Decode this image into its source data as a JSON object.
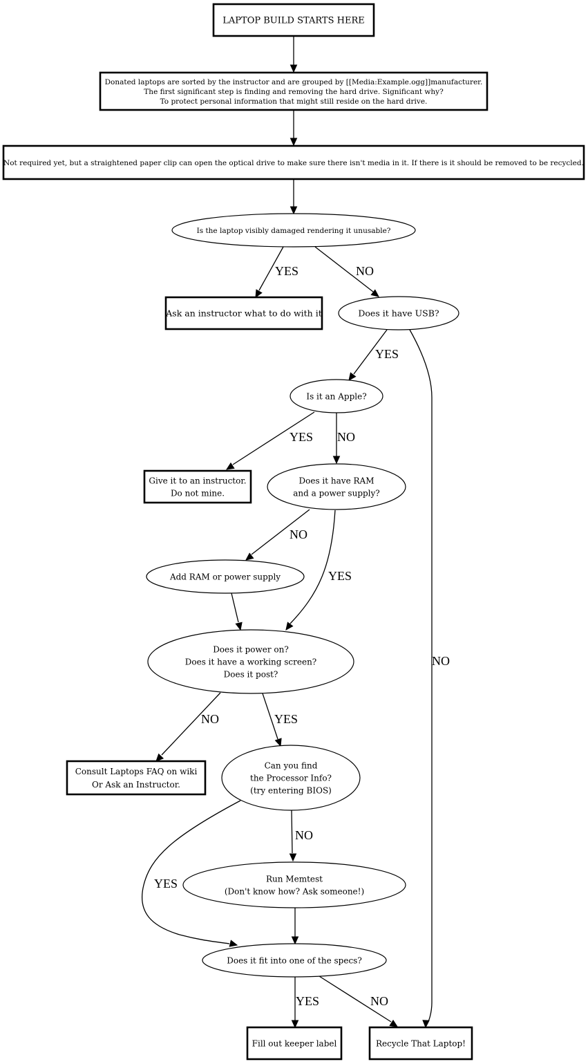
{
  "diagram": {
    "type": "flowchart",
    "nodes": {
      "start": {
        "shape": "box",
        "lines": [
          "LAPTOP BUILD STARTS HERE"
        ]
      },
      "sort": {
        "shape": "box",
        "lines": [
          "Donated laptops are sorted by the instructor and are grouped by [[Media:Example.ogg]]manufacturer.",
          "The first significant step is finding and removing the hard drive. Significant why?",
          "To protect personal information that might still reside on the hard drive."
        ]
      },
      "optical": {
        "shape": "box",
        "lines": [
          "Not required yet, but a straightened paper clip can open the optical drive to make sure there isn't media in it. If there is it should be removed to be recycled."
        ]
      },
      "damaged": {
        "shape": "ellipse",
        "lines": [
          "Is the laptop visibly damaged rendering it unusable?"
        ]
      },
      "ask_instructor": {
        "shape": "box",
        "lines": [
          "Ask an instructor what to do with it"
        ]
      },
      "usb": {
        "shape": "ellipse",
        "lines": [
          "Does it have USB?"
        ]
      },
      "apple": {
        "shape": "ellipse",
        "lines": [
          "Is it an Apple?"
        ]
      },
      "give_instructor": {
        "shape": "box",
        "lines": [
          "Give it to an instructor.",
          "Do not mine."
        ]
      },
      "ram_power": {
        "shape": "ellipse",
        "lines": [
          "Does it have RAM",
          "and a power supply?"
        ]
      },
      "add_ram": {
        "shape": "ellipse",
        "lines": [
          "Add RAM or power supply"
        ]
      },
      "power_on": {
        "shape": "ellipse",
        "lines": [
          "Does it power on?",
          "Does it have a working screen?",
          "Does it post?"
        ]
      },
      "consult_faq": {
        "shape": "box",
        "lines": [
          "Consult Laptops FAQ on wiki",
          "Or Ask an Instructor."
        ]
      },
      "processor": {
        "shape": "ellipse",
        "lines": [
          "Can you find",
          "the Processor Info?",
          "(try entering BIOS)"
        ]
      },
      "memtest": {
        "shape": "ellipse",
        "lines": [
          "Run Memtest",
          "(Don't know how?  Ask someone!)"
        ]
      },
      "specs": {
        "shape": "ellipse",
        "lines": [
          "Does it fit into one of the specs?"
        ]
      },
      "keeper": {
        "shape": "box",
        "lines": [
          "Fill out keeper label"
        ]
      },
      "recycle": {
        "shape": "box",
        "lines": [
          "Recycle That Laptop!"
        ]
      }
    },
    "edges": [
      {
        "from": "start",
        "to": "sort",
        "label": ""
      },
      {
        "from": "sort",
        "to": "optical",
        "label": ""
      },
      {
        "from": "optical",
        "to": "damaged",
        "label": ""
      },
      {
        "from": "damaged",
        "to": "ask_instructor",
        "label": "YES"
      },
      {
        "from": "damaged",
        "to": "usb",
        "label": "NO"
      },
      {
        "from": "usb",
        "to": "apple",
        "label": "YES"
      },
      {
        "from": "usb",
        "to": "recycle",
        "label": "NO"
      },
      {
        "from": "apple",
        "to": "give_instructor",
        "label": "YES"
      },
      {
        "from": "apple",
        "to": "ram_power",
        "label": "NO"
      },
      {
        "from": "ram_power",
        "to": "add_ram",
        "label": "NO"
      },
      {
        "from": "ram_power",
        "to": "power_on",
        "label": "YES"
      },
      {
        "from": "add_ram",
        "to": "power_on",
        "label": ""
      },
      {
        "from": "power_on",
        "to": "consult_faq",
        "label": "NO"
      },
      {
        "from": "power_on",
        "to": "processor",
        "label": "YES"
      },
      {
        "from": "processor",
        "to": "memtest",
        "label": "NO"
      },
      {
        "from": "processor",
        "to": "specs",
        "label": "YES"
      },
      {
        "from": "memtest",
        "to": "specs",
        "label": ""
      },
      {
        "from": "specs",
        "to": "keeper",
        "label": "YES"
      },
      {
        "from": "specs",
        "to": "recycle",
        "label": "NO"
      }
    ]
  }
}
